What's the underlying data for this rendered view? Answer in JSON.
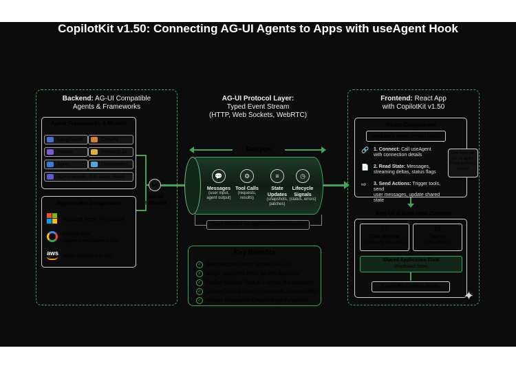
{
  "title": "CopilotKit v1.50: Connecting AG-UI Agents to Apps with useAgent Hook",
  "backend": {
    "heading_bold": "Backend:",
    "heading_rest": "AG-UI Compatible",
    "heading_line2": "Agents & Frameworks",
    "frameworks_title": "Agent Frameworks & Models",
    "frameworks": [
      {
        "label": "LangGraph",
        "icon": "langgraph-icon",
        "color": "#4a6cd4"
      },
      {
        "label": "CrewAI",
        "icon": "crewai-icon",
        "color": "#d9822b"
      },
      {
        "label": "Mastra",
        "icon": "mastra-icon",
        "color": "#7d5bd6"
      },
      {
        "label": "Pydantic AI",
        "icon": "pydantic-icon",
        "color": "#e0b23a"
      },
      {
        "label": "Agno",
        "icon": "agno-icon",
        "color": "#3a7bd5"
      },
      {
        "label": "LlamaIndex",
        "icon": "llamaindex-icon",
        "color": "#58a6d8"
      },
      {
        "label": "SDKs (Kotlin, Go, Java, Rust)",
        "icon": "sdk-icon",
        "color": "#5a5ad6"
      }
    ],
    "hyperscaler_title": "Hyperscaler Integrations",
    "hyperscalers": [
      {
        "label": "Microsoft Agent Framework",
        "icon": "microsoft-icon"
      },
      {
        "label": "Google ADK",
        "sub": "(Agent Development Kit)",
        "icon": "google-icon"
      },
      {
        "label": "AWS Strands Agents",
        "icon": "aws-icon"
      }
    ],
    "endpoint_label": "AG-UI",
    "endpoint_label2": "Endpoint"
  },
  "protocol": {
    "heading_bold": "AG-UI Protocol Layer:",
    "heading_line2": "Typed Event Stream",
    "heading_line3": "(HTTP, Web Sockets, WebRTC)",
    "pipe_label": "Data pipe",
    "stages": [
      {
        "icon": "messages-icon",
        "glyph": "💬",
        "title": "Messages",
        "sub1": "(user input,",
        "sub2": "agent output)"
      },
      {
        "icon": "toolcalls-icon",
        "glyph": "⚙",
        "title": "Tool Calls",
        "sub1": "(requests,",
        "sub2": "results)"
      },
      {
        "icon": "state-icon",
        "glyph": "≡",
        "title": "State Updates",
        "sub1": "(snapshots,",
        "sub2": "patches)"
      },
      {
        "icon": "lifecycle-icon",
        "glyph": "◷",
        "title": "Lifecycle",
        "title2": "Signals",
        "sub1": "(status, errors)",
        "sub2": ""
      }
    ],
    "open_protocol": "Open Protocol for Agent-UI Communication"
  },
  "benefits": {
    "title": "Key Benefits",
    "items": [
      "Standardized Event Stream (AG-UI)",
      "Single useAgent Hook for Any Backend",
      "Explicit Shared State & Context Management",
      "Cross-Cloud & Cross-Framework Compatibility",
      "Robust Ecosystem Growth (High Adoption)"
    ]
  },
  "frontend": {
    "heading_bold": "Frontend:",
    "heading_rest": "React App",
    "heading_line2": "with CopilotKit v1.50",
    "component_title": "React Component",
    "hook_bold": "useAgent Hook",
    "hook_rest": "(React Hook)",
    "steps": [
      {
        "icon": "link-icon",
        "glyph": "🔗",
        "bold": "1. Connect:",
        "text1": "Call useAgent",
        "text2": "with connection details"
      },
      {
        "icon": "document-icon",
        "glyph": "📄",
        "bold": "2. Read State:",
        "text1": "Messages,",
        "text2": "streaming deltas, status flags"
      },
      {
        "icon": "arrow-icon",
        "glyph": "⇨",
        "bold": "3. Send Actions:",
        "text1": "Trigger tools, send",
        "text2": "user messages, update shared state"
      }
    ],
    "callout": [
      "One hook per",
      "AG UI agent;",
      "Programmatic",
      "control"
    ],
    "context_title": "App UI & Real-time Context",
    "chat_title": "Chat Window",
    "chat_sub": "(Streaming Messages)",
    "tool_title": "Tool UI",
    "tool_sub": "(Interactions)",
    "shared_title": "Shared Application State",
    "shared_sub": "(Replicated Store)",
    "hooks_label": "CopilotKit Context Hooks"
  },
  "colors": {
    "accent": "#3fa55a",
    "background": "#0c0c0c"
  }
}
